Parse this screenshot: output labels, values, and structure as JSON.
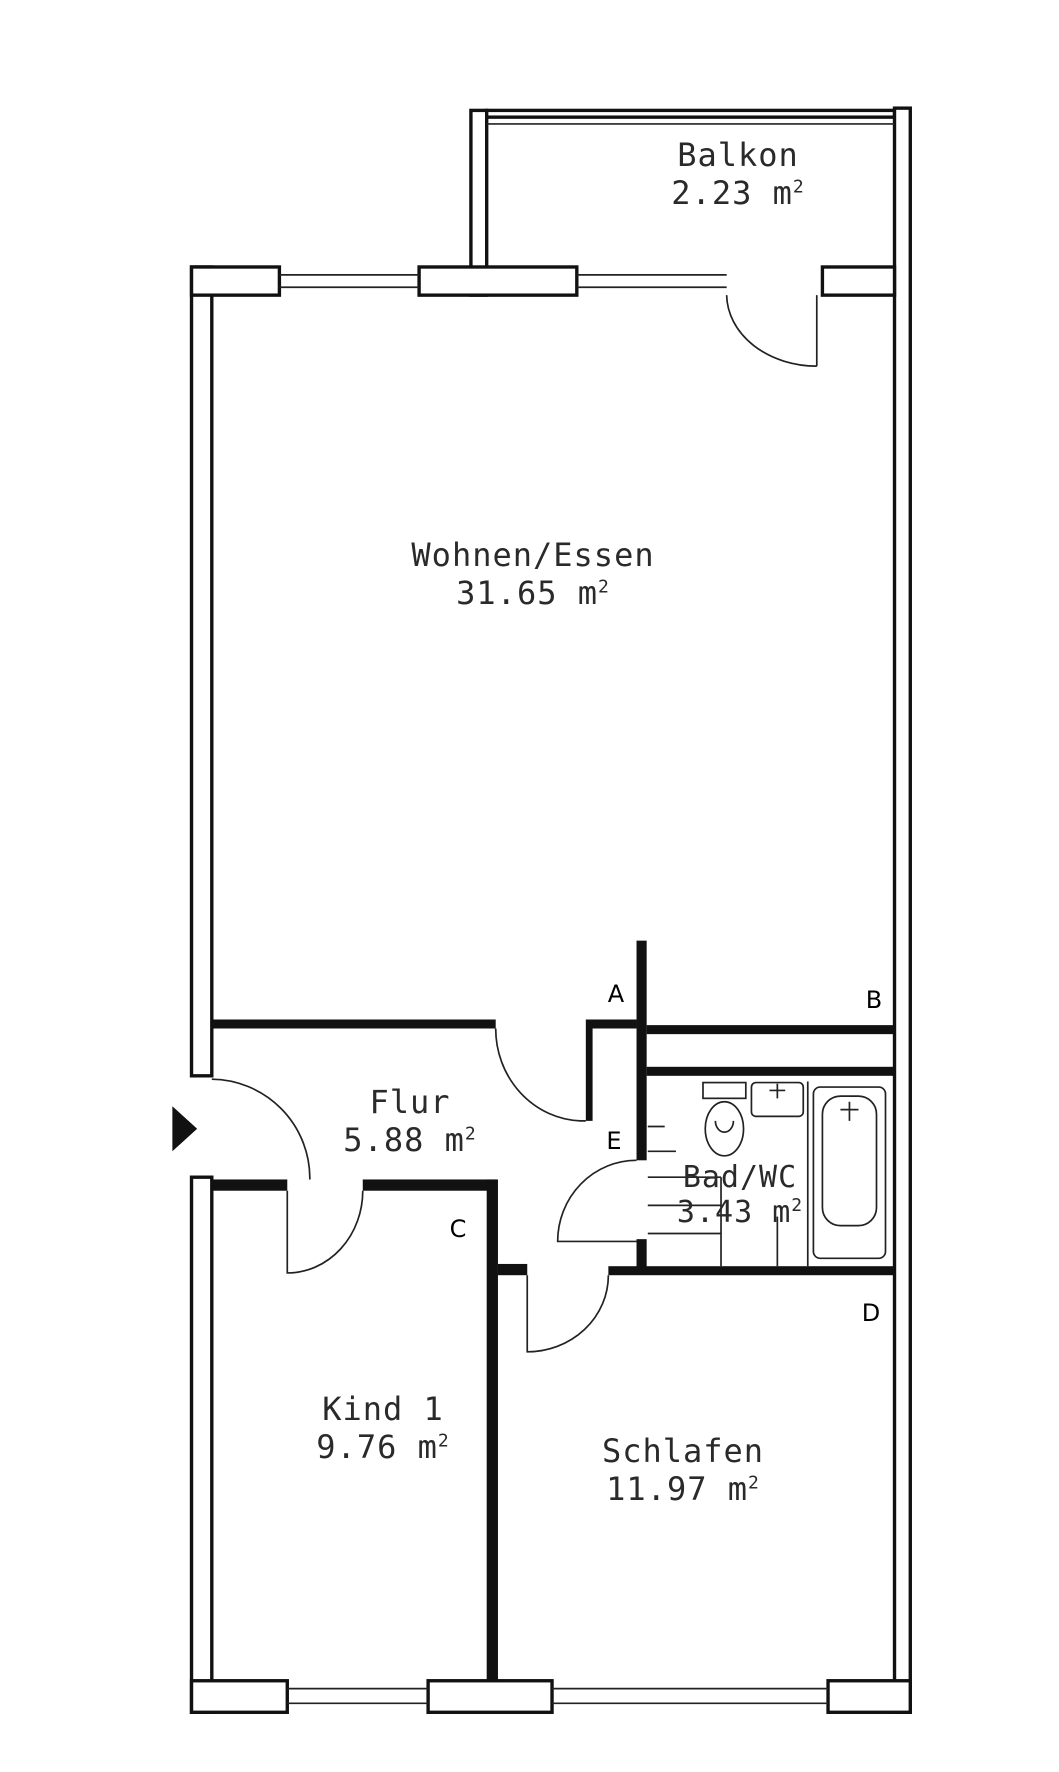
{
  "rooms": [
    {
      "name": "Balkon",
      "area": "2.23 m",
      "unit_sup": "2"
    },
    {
      "name": "Wohnen/Essen",
      "area": "31.65 m",
      "unit_sup": "2"
    },
    {
      "name": "Flur",
      "area": "5.88 m",
      "unit_sup": "2"
    },
    {
      "name": "Bad/WC",
      "area": "3.43 m",
      "unit_sup": "2"
    },
    {
      "name": "Kind 1",
      "area": "9.76 m",
      "unit_sup": "2"
    },
    {
      "name": "Schlafen",
      "area": "11.97 m",
      "unit_sup": "2"
    }
  ],
  "markers": [
    "A",
    "B",
    "C",
    "D",
    "E"
  ],
  "entrance_icon": "triangle-arrow-icon"
}
